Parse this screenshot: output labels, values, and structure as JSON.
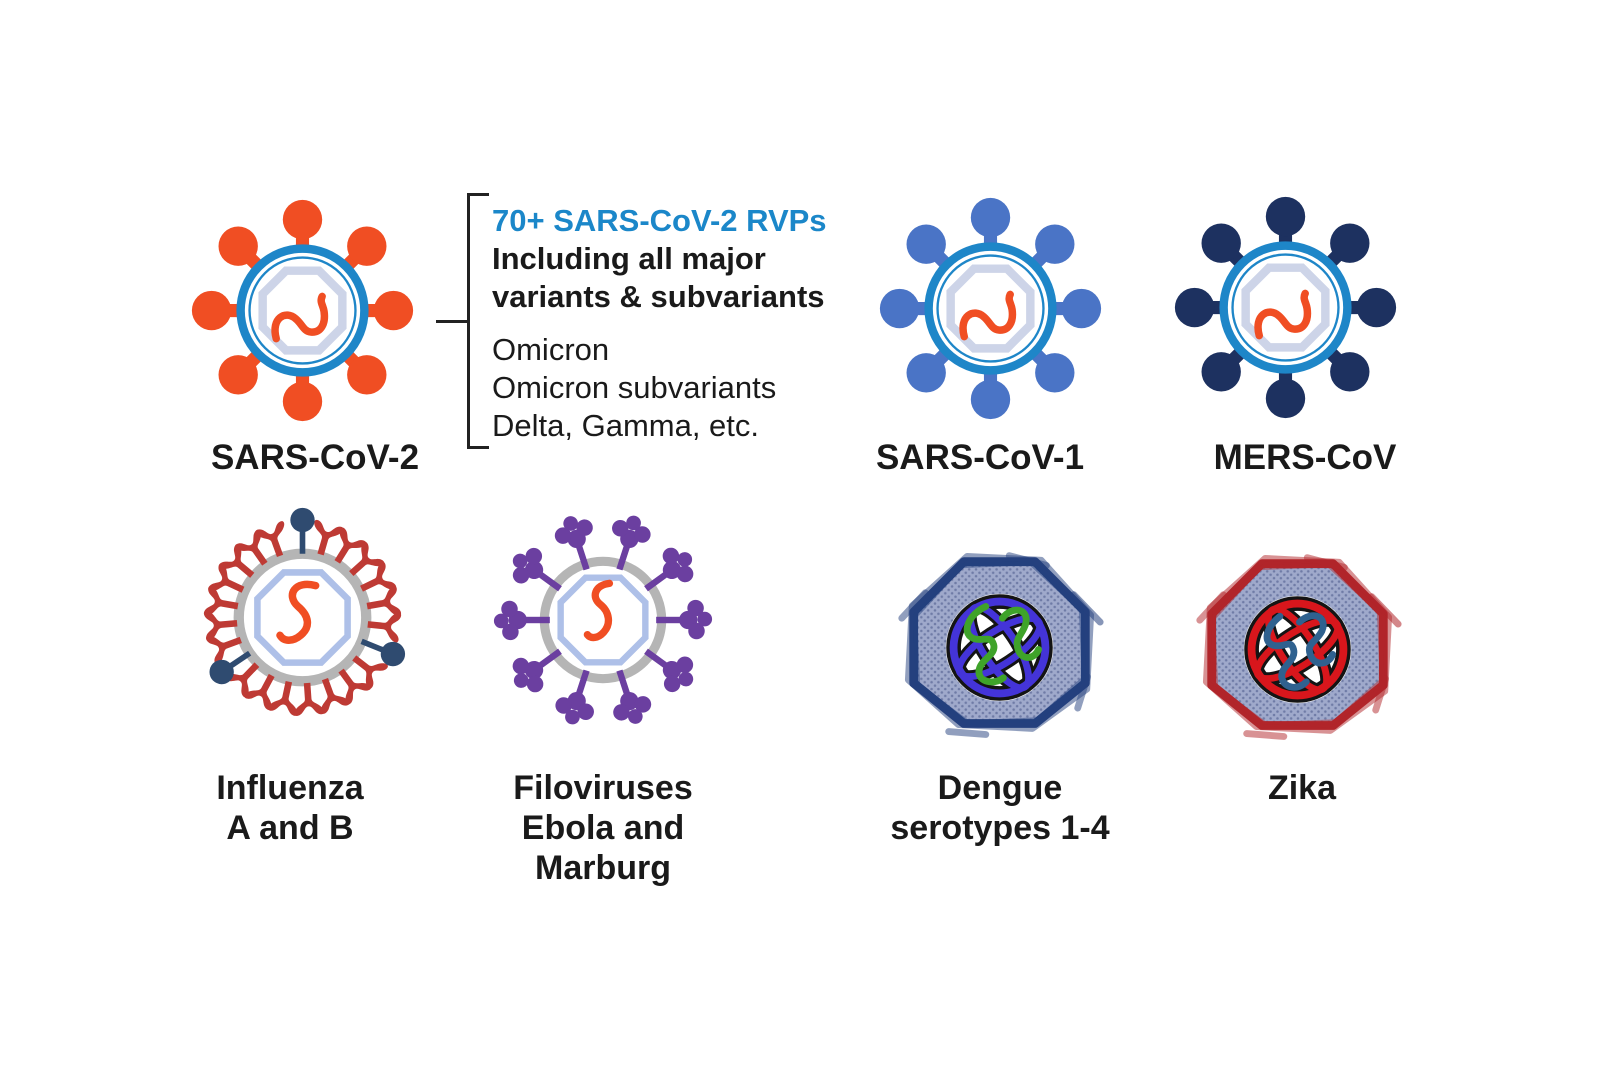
{
  "palette": {
    "heading_blue": "#1B87C9",
    "text_black": "#1A1A1A",
    "bracket_black": "#222222",
    "corona_ring_blue": "#1E86C8",
    "capsid_lavender": "#CDD4E8",
    "capsid_periwinkle": "#AEC0E8",
    "rna_orange": "#F04E23",
    "sars2_spike_orange": "#F04E23",
    "sars1_spike_blue": "#4A74C6",
    "mers_spike_navy": "#1D3160",
    "flu_spike_red": "#BE3A34",
    "flu_pin_navy": "#2F4B70",
    "membrane_gray": "#B5B5B5",
    "filo_spike_purple": "#6B3FA0",
    "flavi_fill": "#9FA9CB",
    "flavi_dot": "#6F7BA6",
    "ribbon_ink": "#141414",
    "dengue_border_navy": "#24407E",
    "dengue_ribbon_blue": "#4434D8",
    "dengue_squiggle_green": "#3FA32A",
    "zika_border_crimson": "#B1252A",
    "zika_ribbon_red": "#D8161C",
    "zika_squiggle_blue": "#2F618F"
  },
  "icons": {
    "sars_cov_2": "coronavirus-orange-icon",
    "sars_cov_1": "coronavirus-blue-icon",
    "mers_cov": "coronavirus-navy-icon",
    "influenza": "influenza-virion-icon",
    "filoviruses": "filovirus-virion-icon",
    "dengue": "dengue-capsid-icon",
    "zika": "zika-capsid-icon"
  },
  "viruses": {
    "sars_cov_2": {
      "label": "SARS-CoV-2"
    },
    "sars_cov_1": {
      "label": "SARS-CoV-1"
    },
    "mers_cov": {
      "label": "MERS-CoV"
    },
    "influenza": {
      "label_line1": "Influenza",
      "label_line2": "A and B"
    },
    "filoviruses": {
      "label_line1": "Filoviruses",
      "label_line2": "Ebola and Marburg"
    },
    "dengue": {
      "label_line1": "Dengue",
      "label_line2": "serotypes 1-4"
    },
    "zika": {
      "label_line1": "Zika"
    }
  },
  "annotation": {
    "headline": "70+ SARS-CoV-2 RVPs",
    "subhead_line1": "Including all major",
    "subhead_line2": "variants & subvariants",
    "items": [
      "Omicron",
      "Omicron subvariants",
      "Delta, Gamma, etc."
    ]
  }
}
